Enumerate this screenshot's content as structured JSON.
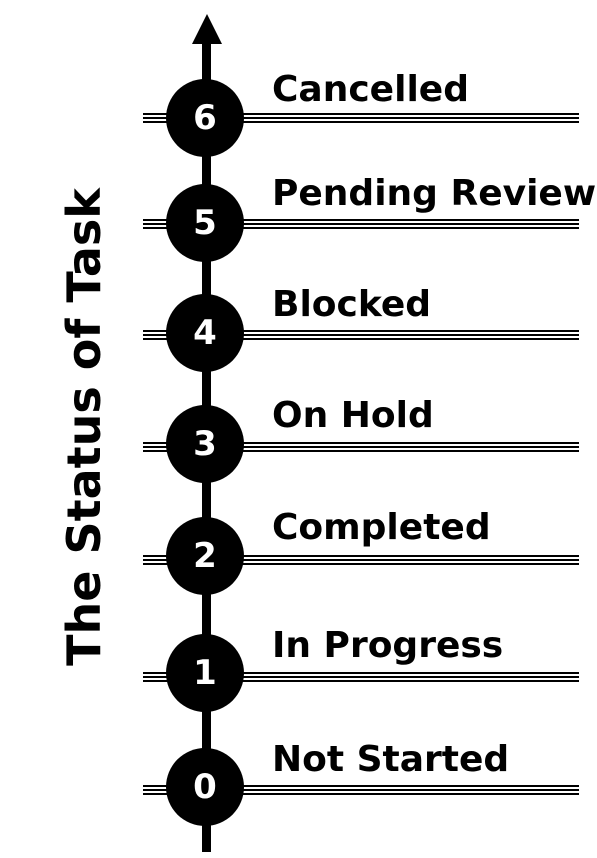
{
  "axis_title": "The Status of Task",
  "levels": [
    {
      "value": "0",
      "label": "Not Started"
    },
    {
      "value": "1",
      "label": "In Progress"
    },
    {
      "value": "2",
      "label": "Completed"
    },
    {
      "value": "3",
      "label": "On Hold"
    },
    {
      "value": "4",
      "label": "Blocked"
    },
    {
      "value": "5",
      "label": "Pending Review"
    },
    {
      "value": "6",
      "label": "Cancelled"
    }
  ]
}
